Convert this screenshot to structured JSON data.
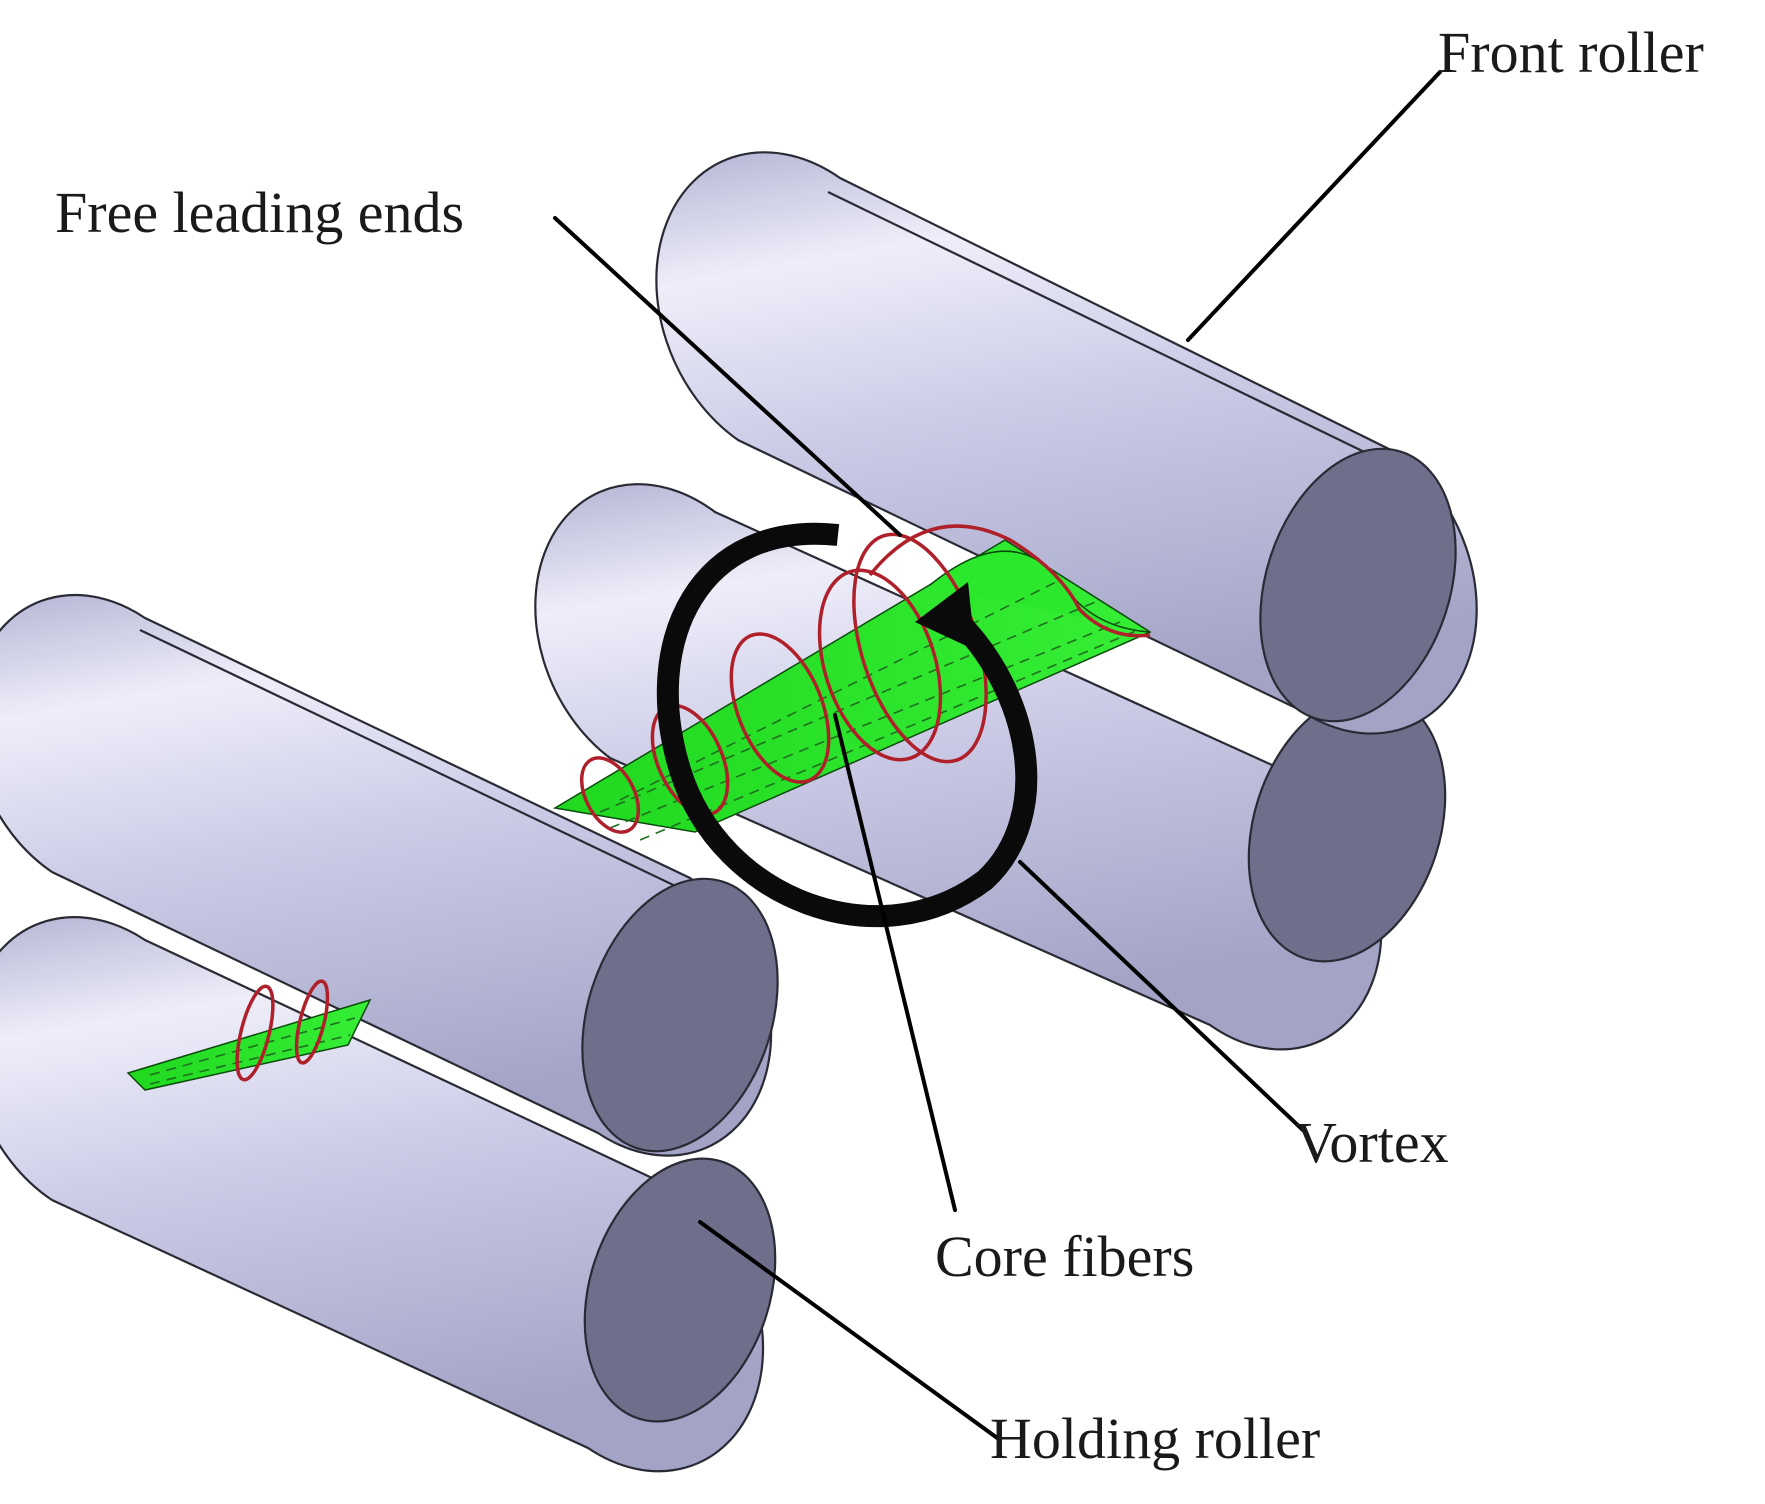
{
  "labels": {
    "front_roller": "Front roller",
    "free_leading_ends": "Free leading ends",
    "vortex": "Vortex",
    "core_fibers": "Core fibers",
    "holding_roller": "Holding roller"
  },
  "colors": {
    "roller_body": "#c9c9e6",
    "roller_highlight": "#eeeefa",
    "roller_shadow": "#a3a3c6",
    "roller_face": "#6f6f8c",
    "core_fibers": "#22e022",
    "wrapper_fibers": "#b0202a",
    "vortex_arrow": "#0a0a0a",
    "leader_lines": "#000000"
  }
}
